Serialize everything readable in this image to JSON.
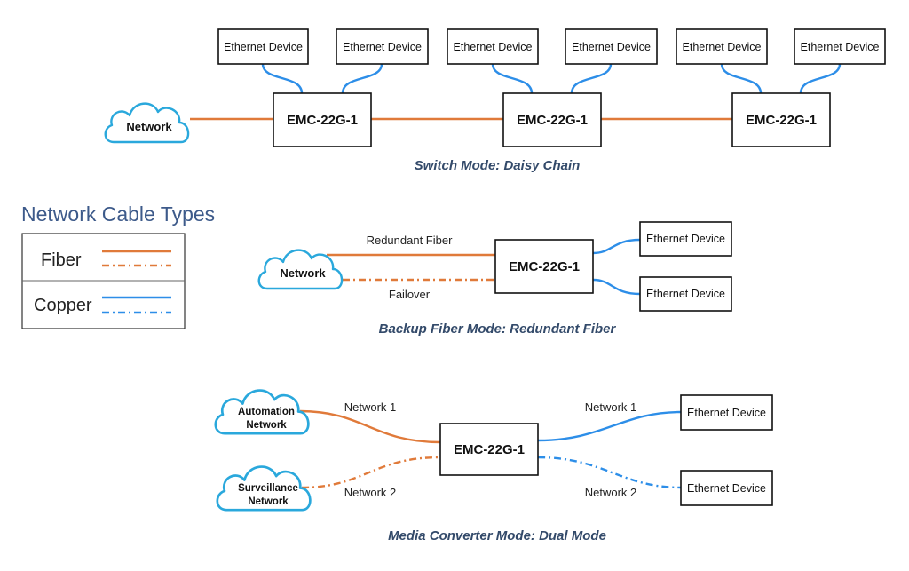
{
  "colors": {
    "fiber": "#e07a3a",
    "copper": "#2d8ee8",
    "cloud": "#2aa8dc",
    "caption": "#334a6a",
    "legend_title": "#3d5a8a"
  },
  "switch_mode": {
    "caption": "Switch Mode: Daisy Chain",
    "cloud": "Network",
    "converters": [
      "EMC-22G-1",
      "EMC-22G-1",
      "EMC-22G-1"
    ],
    "devices": [
      "Ethernet Device",
      "Ethernet Device",
      "Ethernet Device",
      "Ethernet Device",
      "Ethernet Device",
      "Ethernet Device"
    ]
  },
  "legend": {
    "title": "Network Cable Types",
    "fiber": "Fiber",
    "copper": "Copper"
  },
  "backup_mode": {
    "caption": "Backup Fiber Mode: Redundant Fiber",
    "cloud": "Network",
    "converter": "EMC-22G-1",
    "primary_label": "Redundant Fiber",
    "failover_label": "Failover",
    "devices": [
      "Ethernet Device",
      "Ethernet Device"
    ]
  },
  "dual_mode": {
    "caption": "Media Converter Mode: Dual Mode",
    "cloud1": [
      "Automation",
      "Network"
    ],
    "cloud2": [
      "Surveillance",
      "Network"
    ],
    "converter": "EMC-22G-1",
    "left_labels": [
      "Network 1",
      "Network 2"
    ],
    "right_labels": [
      "Network 1",
      "Network 2"
    ],
    "devices": [
      "Ethernet Device",
      "Ethernet Device"
    ]
  }
}
